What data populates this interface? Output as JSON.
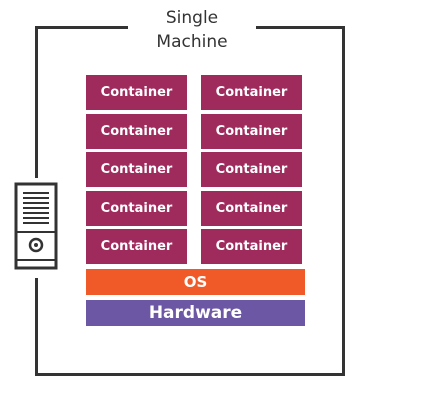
{
  "title_lines": [
    "Single",
    "Machine"
  ],
  "containers": [
    "Container",
    "Container",
    "Container",
    "Container",
    "Container",
    "Container",
    "Container",
    "Container",
    "Container",
    "Container"
  ],
  "os_label": "OS",
  "hardware_label": "Hardware",
  "colors": {
    "container": "#9f2a5c",
    "os": "#f05a28",
    "hardware": "#6c57a5",
    "frame": "#333333"
  },
  "icons": {
    "server": "server-tower-icon"
  }
}
